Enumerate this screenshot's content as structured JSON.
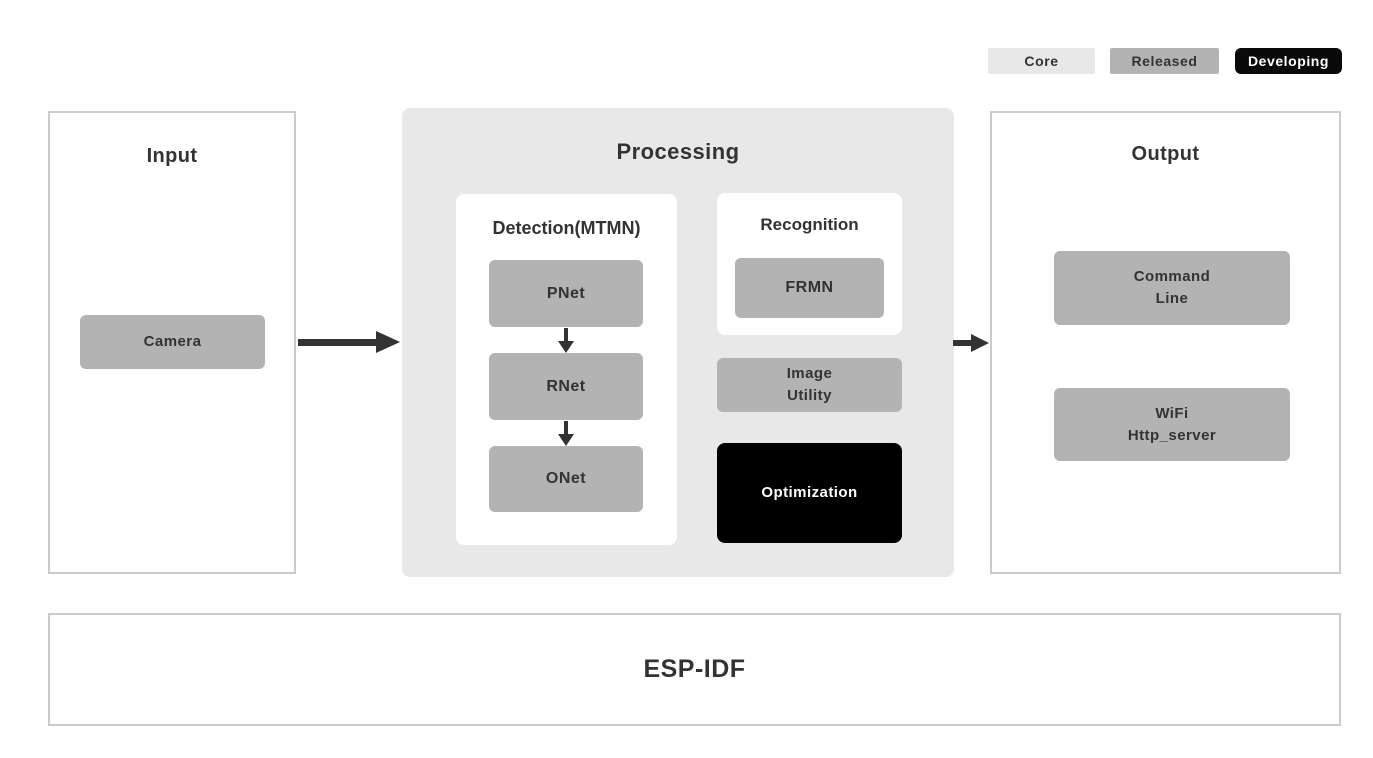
{
  "legend": {
    "items": [
      {
        "label": "Core",
        "color": "#e8e8e8"
      },
      {
        "label": "Released",
        "color": "#b3b3b3"
      },
      {
        "label": "Developing",
        "color": "#0a0a0a"
      }
    ]
  },
  "colors": {
    "core_bg": "#e8e8e8",
    "released_bg": "#b3b3b3",
    "developing_bg": "#000000",
    "panel_border": "#cccccc",
    "text_dark": "#333333",
    "arrow": "#333333",
    "white": "#ffffff"
  },
  "input": {
    "title": "Input",
    "blocks": [
      {
        "label": "Camera",
        "status": "Released"
      }
    ]
  },
  "processing": {
    "title": "Processing",
    "detection": {
      "title": "Detection(MTMN)",
      "nodes": [
        {
          "label": "PNet",
          "status": "Released"
        },
        {
          "label": "RNet",
          "status": "Released"
        },
        {
          "label": "ONet",
          "status": "Released"
        }
      ]
    },
    "recognition": {
      "title": "Recognition",
      "nodes": [
        {
          "label": "FRMN",
          "status": "Released"
        }
      ]
    },
    "image_utility": {
      "label": "Image\nUtility",
      "status": "Released"
    },
    "optimization": {
      "label": "Optimization",
      "status": "Developing"
    }
  },
  "output": {
    "title": "Output",
    "blocks": [
      {
        "label": "Command\nLine",
        "status": "Released"
      },
      {
        "label": "WiFi\nHttp_server",
        "status": "Released"
      }
    ]
  },
  "foundation": {
    "title": "ESP-IDF"
  }
}
